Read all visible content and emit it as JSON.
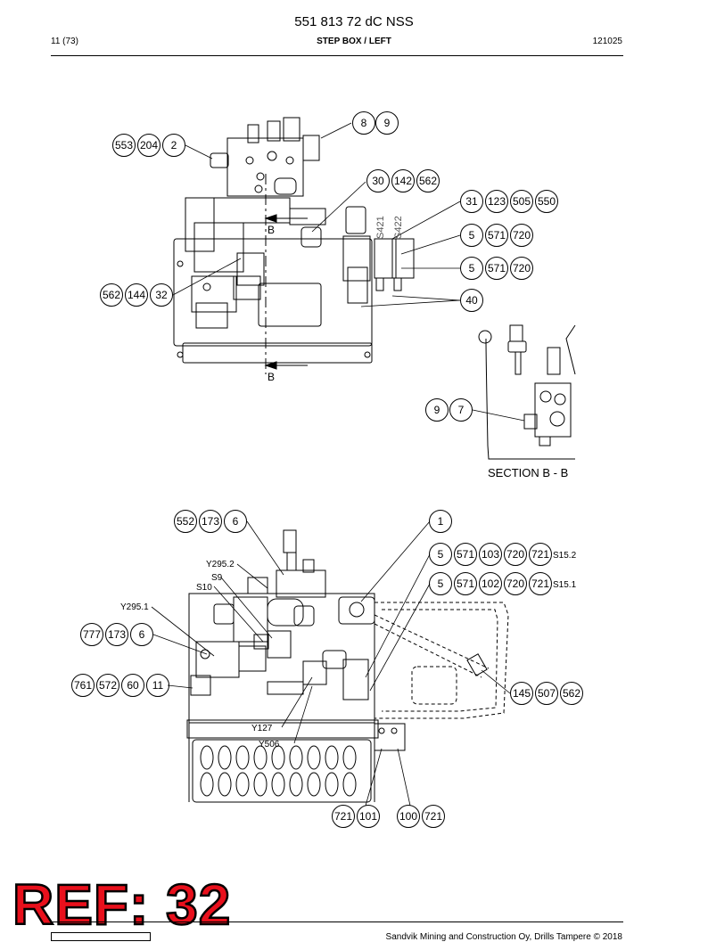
{
  "header": {
    "title": "551 813 72 dC NSS",
    "page": "11 (73)",
    "section": "STEP BOX / LEFT",
    "date": "121025"
  },
  "top_view": {
    "bubbles": [
      {
        "id": "b-8",
        "label": "8"
      },
      {
        "id": "b-9",
        "label": "9"
      },
      {
        "id": "b-553",
        "label": "553"
      },
      {
        "id": "b-204",
        "label": "204"
      },
      {
        "id": "b-2",
        "label": "2"
      },
      {
        "id": "b-30",
        "label": "30"
      },
      {
        "id": "b-142",
        "label": "142"
      },
      {
        "id": "b-562a",
        "label": "562"
      },
      {
        "id": "b-31",
        "label": "31"
      },
      {
        "id": "b-123",
        "label": "123"
      },
      {
        "id": "b-505",
        "label": "505"
      },
      {
        "id": "b-550",
        "label": "550"
      },
      {
        "id": "b-5a",
        "label": "5"
      },
      {
        "id": "b-571a",
        "label": "571"
      },
      {
        "id": "b-720a",
        "label": "720"
      },
      {
        "id": "b-5b",
        "label": "5"
      },
      {
        "id": "b-571b",
        "label": "571"
      },
      {
        "id": "b-720b",
        "label": "720"
      },
      {
        "id": "b-40",
        "label": "40"
      },
      {
        "id": "b-562b",
        "label": "562"
      },
      {
        "id": "b-144",
        "label": "144"
      },
      {
        "id": "b-32",
        "label": "32"
      }
    ],
    "section_marker_top": "B",
    "section_marker_bottom": "B",
    "sensor_labels": [
      "S421",
      "S422"
    ]
  },
  "section_view": {
    "label": "SECTION B - B",
    "bubbles": [
      {
        "id": "s-9",
        "label": "9"
      },
      {
        "id": "s-7",
        "label": "7"
      }
    ]
  },
  "bottom_view": {
    "bubbles": [
      {
        "id": "c-552",
        "label": "552"
      },
      {
        "id": "c-173a",
        "label": "173"
      },
      {
        "id": "c-6a",
        "label": "6"
      },
      {
        "id": "c-1",
        "label": "1"
      },
      {
        "id": "c-5a",
        "label": "5"
      },
      {
        "id": "c-571a",
        "label": "571"
      },
      {
        "id": "c-103",
        "label": "103"
      },
      {
        "id": "c-720a",
        "label": "720"
      },
      {
        "id": "c-721a",
        "label": "721"
      },
      {
        "id": "c-5b",
        "label": "5"
      },
      {
        "id": "c-571b",
        "label": "571"
      },
      {
        "id": "c-102",
        "label": "102"
      },
      {
        "id": "c-720b",
        "label": "720"
      },
      {
        "id": "c-721b",
        "label": "721"
      },
      {
        "id": "c-777",
        "label": "777"
      },
      {
        "id": "c-173b",
        "label": "173"
      },
      {
        "id": "c-6b",
        "label": "6"
      },
      {
        "id": "c-761",
        "label": "761"
      },
      {
        "id": "c-572",
        "label": "572"
      },
      {
        "id": "c-60",
        "label": "60"
      },
      {
        "id": "c-11",
        "label": "11"
      },
      {
        "id": "c-145",
        "label": "145"
      },
      {
        "id": "c-507",
        "label": "507"
      },
      {
        "id": "c-562",
        "label": "562"
      },
      {
        "id": "c-721c",
        "label": "721"
      },
      {
        "id": "c-101",
        "label": "101"
      },
      {
        "id": "c-100",
        "label": "100"
      },
      {
        "id": "c-721d",
        "label": "721"
      }
    ],
    "labels": {
      "s15_2": "S15.2",
      "s15_1": "S15.1",
      "y295_2": "Y295.2",
      "s9": "S9",
      "s10": "S10",
      "y295_1": "Y295.1",
      "y127": "Y127",
      "y506": "Y506"
    }
  },
  "ref_stamp": "REF: 32",
  "footer": {
    "copyright": "Sandvik Mining and Construction Oy, Drills Tampere © 2018"
  }
}
